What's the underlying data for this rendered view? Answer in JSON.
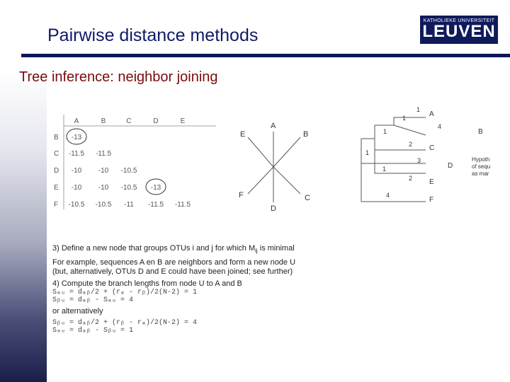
{
  "header": {
    "title": "Pairwise distance methods",
    "logo_top": "KATHOLIEKE UNIVERSITEIT",
    "logo_main": "LEUVEN"
  },
  "subtitle": "Tree inference: neighbor joining",
  "matrix": {
    "columns": [
      "A",
      "B",
      "C",
      "D",
      "E"
    ],
    "rows": [
      {
        "label": "B",
        "cells": [
          "-13"
        ]
      },
      {
        "label": "C",
        "cells": [
          "-11.5",
          "-11.5"
        ]
      },
      {
        "label": "D",
        "cells": [
          "-10",
          "-10",
          "-10.5"
        ]
      },
      {
        "label": "E",
        "cells": [
          "-10",
          "-10",
          "-10.5",
          "-13"
        ]
      },
      {
        "label": "F",
        "cells": [
          "-10.5",
          "-10.5",
          "-11",
          "-11.5",
          "-11.5"
        ]
      }
    ]
  },
  "star_tree": {
    "labels": {
      "a": "A",
      "b": "B",
      "c": "C",
      "d": "D",
      "e": "E",
      "f": "F"
    }
  },
  "rooted_tree": {
    "leaves": {
      "a": "A",
      "b": "B",
      "c": "C",
      "d": "D",
      "e": "E",
      "f": "F"
    },
    "branch_lengths": [
      "1",
      "1",
      "4",
      "1",
      "2",
      "1",
      "3",
      "1",
      "2",
      "4"
    ],
    "side_text": [
      "Hypoth",
      "of sequ",
      "as mar"
    ]
  },
  "notes": {
    "step3": "3) Define a new node that groups OTUs i and j for which M",
    "step3_sub": "ij",
    "step3_end": " is minimal",
    "example1": "For example, sequences A en B are neighbors and form a new node U",
    "example2": "(but, alternatively, OTUs D and E could have been joined; see further)",
    "step4": "4) Compute the branch lengths from node U to A and B",
    "f1": "Sₐᵤ = dₐᵦ/2 + (rₐ - rᵦ)/2(N-2) = 1",
    "f2": "Sᵦᵤ = dₐᵦ - Sₐᵤ = 4",
    "alt": "or alternatively",
    "f3": "Sᵦᵤ = dₐᵦ/2 + (rᵦ - rₐ)/2(N-2) = 4",
    "f4": "Sₐᵤ = dₐᵦ - Sᵦᵤ = 1"
  }
}
